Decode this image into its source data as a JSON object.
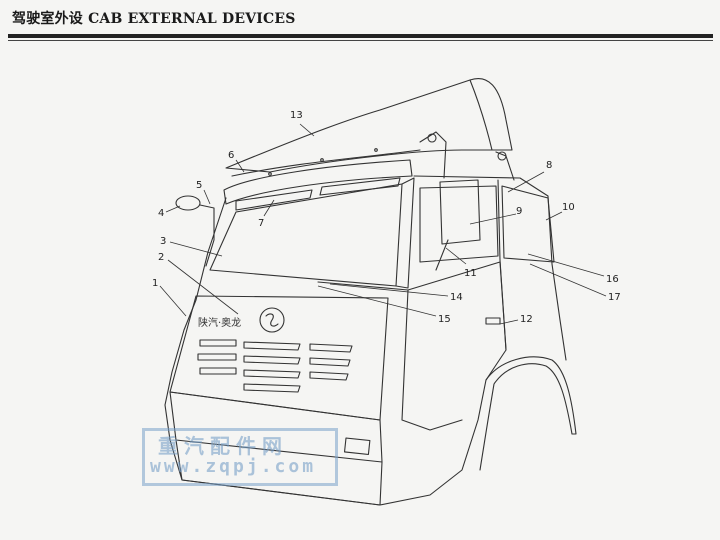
{
  "header": {
    "title": "驾驶室外设 CAB EXTERNAL DEVICES"
  },
  "grille_brand_text": "陕汽·奥龙",
  "watermark": {
    "chinese": "重汽配件网",
    "url": "www.zqpj.com"
  },
  "callouts": [
    {
      "id": "1",
      "label": "1"
    },
    {
      "id": "2",
      "label": "2"
    },
    {
      "id": "3",
      "label": "3"
    },
    {
      "id": "4",
      "label": "4"
    },
    {
      "id": "5",
      "label": "5"
    },
    {
      "id": "6",
      "label": "6"
    },
    {
      "id": "7",
      "label": "7"
    },
    {
      "id": "8",
      "label": "8"
    },
    {
      "id": "9",
      "label": "9"
    },
    {
      "id": "10",
      "label": "10"
    },
    {
      "id": "11",
      "label": "11"
    },
    {
      "id": "12",
      "label": "12"
    },
    {
      "id": "13",
      "label": "13"
    },
    {
      "id": "14",
      "label": "14"
    },
    {
      "id": "15",
      "label": "15"
    },
    {
      "id": "16",
      "label": "16"
    },
    {
      "id": "17",
      "label": "17"
    }
  ]
}
